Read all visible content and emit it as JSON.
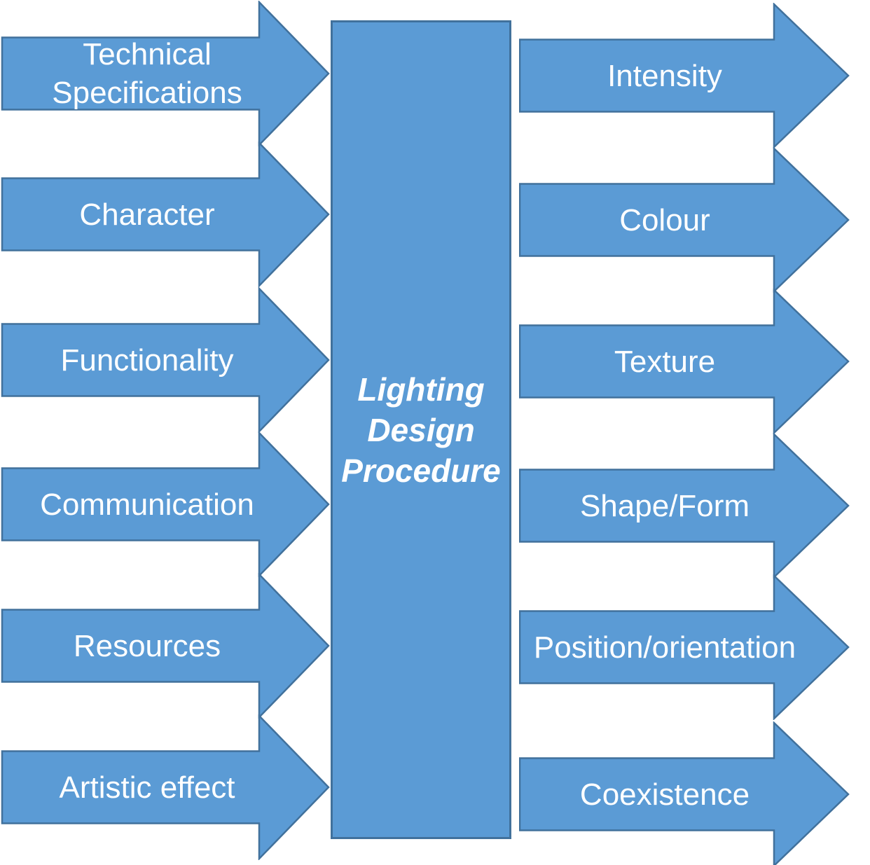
{
  "diagram": {
    "center": {
      "title": "Lighting Design Procedure"
    },
    "inputs": [
      {
        "label": "Technical Specifications"
      },
      {
        "label": "Character"
      },
      {
        "label": "Functionality"
      },
      {
        "label": "Communication"
      },
      {
        "label": "Resources"
      },
      {
        "label": "Artistic effect"
      }
    ],
    "outputs": [
      {
        "label": "Intensity"
      },
      {
        "label": "Colour"
      },
      {
        "label": "Texture"
      },
      {
        "label": "Shape/Form"
      },
      {
        "label": "Position/orientation"
      },
      {
        "label": "Coexistence"
      }
    ],
    "colors": {
      "arrow_fill": "#5B9BD5",
      "arrow_border": "#41719C",
      "text": "#FFFFFF",
      "background": "#FFFFFF"
    }
  }
}
